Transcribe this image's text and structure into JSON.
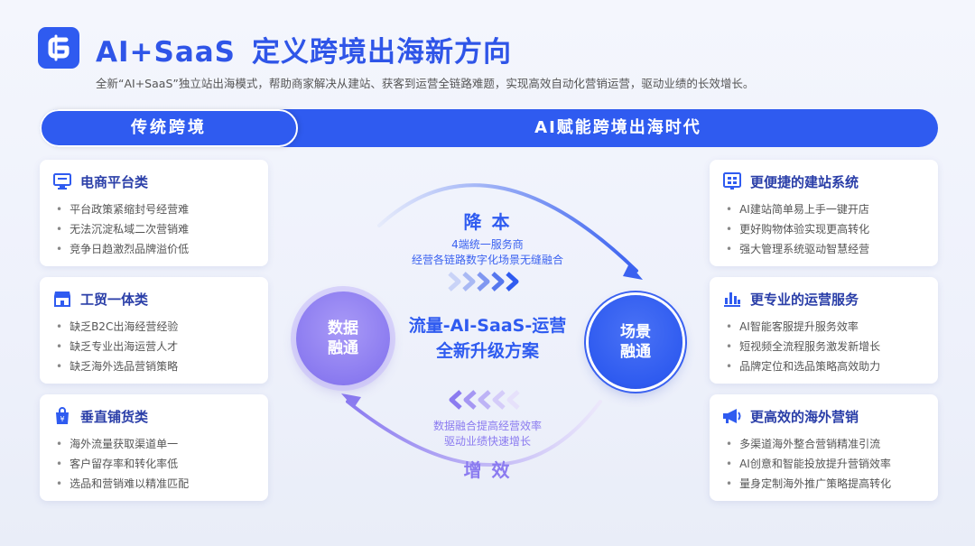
{
  "header": {
    "title_a": "AI+SaaS",
    "title_b": "定义跨境出海新方向",
    "subtitle": "全新“AI+SaaS”独立站出海模式，帮助商家解决从建站、获客到运营全链路难题，实现高效自动化营销运营，驱动业绩的长效增长。"
  },
  "band": {
    "left": "传统跨境",
    "right": "AI赋能跨境出海时代"
  },
  "left_cards": [
    {
      "title": "电商平台类",
      "icon": "monitor-icon",
      "items": [
        "平台政策紧缩封号经营难",
        "无法沉淀私域二次营销难",
        "竞争日趋激烈品牌溢价低"
      ]
    },
    {
      "title": "工贸一体类",
      "icon": "store-icon",
      "items": [
        "缺乏B2C出海经营经验",
        "缺乏专业出海运营人才",
        "缺乏海外选品营销策略"
      ]
    },
    {
      "title": "垂直铺货类",
      "icon": "shopping-bag-icon",
      "items": [
        "海外流量获取渠道单一",
        "客户留存率和转化率低",
        "选品和营销难以精准匹配"
      ]
    }
  ],
  "right_cards": [
    {
      "title": "更便捷的建站系统",
      "icon": "dashboard-icon",
      "items": [
        "AI建站简单易上手一键开店",
        "更好购物体验实现更高转化",
        "强大管理系统驱动智慧经营"
      ]
    },
    {
      "title": "更专业的运营服务",
      "icon": "bar-chart-icon",
      "items": [
        "AI智能客服提升服务效率",
        "短视频全流程服务激发新增长",
        "品牌定位和选品策略高效助力"
      ]
    },
    {
      "title": "更高效的海外营销",
      "icon": "megaphone-icon",
      "items": [
        "多渠道海外整合营销精准引流",
        "AI创意和智能投放提升营销效率",
        "量身定制海外推广策略提高转化"
      ]
    }
  ],
  "center": {
    "top_title": "降 本",
    "top_line1": "4端统一服务商",
    "top_line2": "经营各链路数字化场景无缝融合",
    "main_line1": "流量-AI-SaaS-运营",
    "main_line2": "全新升级方案",
    "left_circle": [
      "数据",
      "融通"
    ],
    "right_circle": [
      "场景",
      "融通"
    ],
    "bottom_line1": "数据融合提高经营效率",
    "bottom_line2": "驱动业绩快速增长",
    "bottom_title": "增 效"
  },
  "colors": {
    "primary": "#2f5bf0",
    "purple": "#8b7bf0",
    "dark_blue": "#2a3ea8"
  }
}
